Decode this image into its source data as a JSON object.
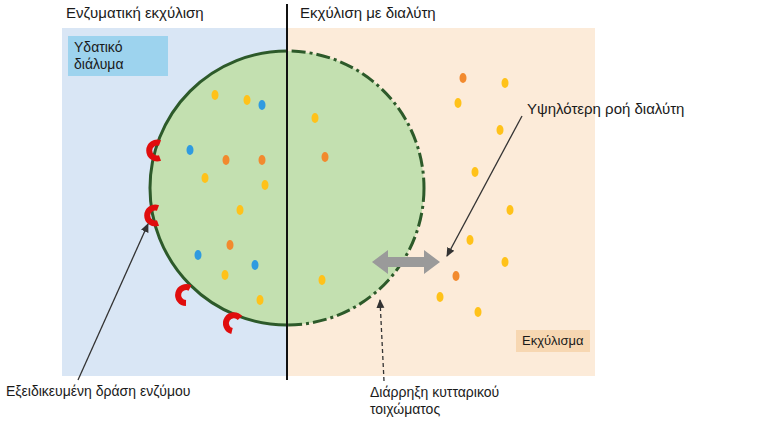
{
  "diagram": {
    "nodes": [
      {
        "text": [
          "Υδατικό διάλυμα"
        ]
      },
      {
        "text": [
          "Εκχύλισμα"
        ]
      }
    ],
    "labels": [
      "Ενζυματική εκχύλιση",
      "Εκχύλιση με διαλύτη",
      "Υψηλότερη ροή διαλύτη",
      "Εξειδικευμένη δράση ενζύμου",
      "Διάρρηξη κυτταρικού τοιχώματος"
    ]
  }
}
